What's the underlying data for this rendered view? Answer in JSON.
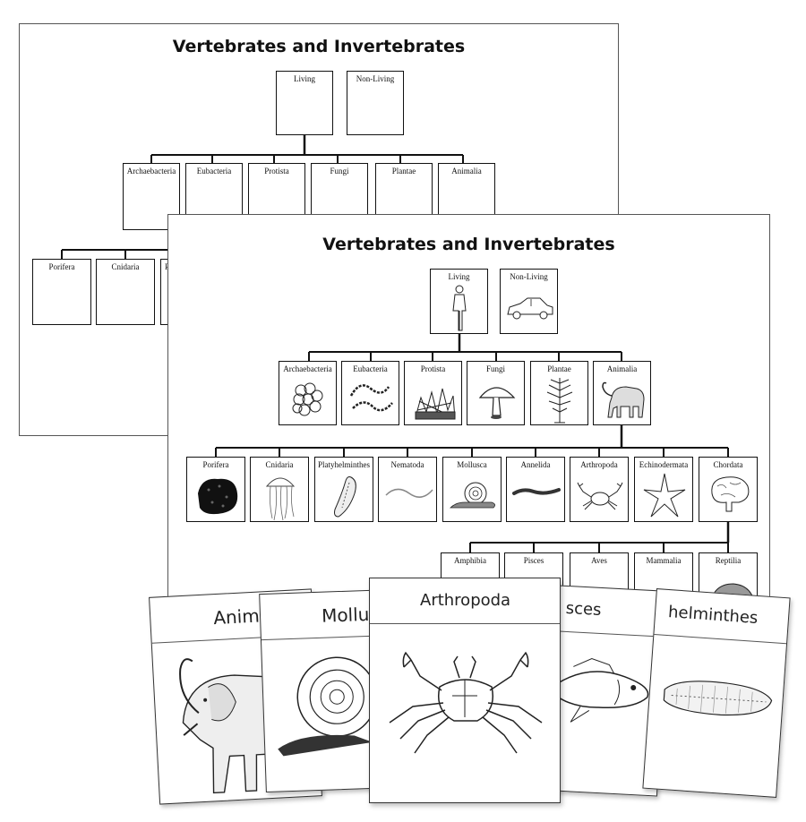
{
  "sheet_back": {
    "title": "Vertebrates and Invertebrates",
    "top_boxes": [
      "Living",
      "Non-Living"
    ],
    "kingdoms": [
      "Archaebacteria",
      "Eubacteria",
      "Protista",
      "Fungi",
      "Plantae",
      "Animalia"
    ],
    "phyla_visible": [
      "Porifera",
      "Cnidaria",
      "Pl"
    ]
  },
  "sheet_front": {
    "title": "Vertebrates and Invertebrates",
    "top_boxes": [
      "Living",
      "Non-Living"
    ],
    "kingdoms": [
      "Archaebacteria",
      "Eubacteria",
      "Protista",
      "Fungi",
      "Plantae",
      "Animalia"
    ],
    "phyla": [
      "Porifera",
      "Cnidaria",
      "Platyhelminthes",
      "Nematoda",
      "Mollusca",
      "Annelida",
      "Arthropoda",
      "Echinodermata",
      "Chordata"
    ],
    "classes": [
      "Amphibia",
      "Pisces",
      "Aves",
      "Mammalia",
      "Reptilia"
    ]
  },
  "cards": [
    {
      "label": "Animo",
      "art": "elephant-illustration"
    },
    {
      "label": "Mollus",
      "art": "snail-illustration"
    },
    {
      "label": "sces",
      "art": "fish-illustration"
    },
    {
      "label": "helminthes",
      "art": "flatworm-illustration"
    },
    {
      "label": "Arthropoda",
      "art": "crab-illustration"
    }
  ]
}
